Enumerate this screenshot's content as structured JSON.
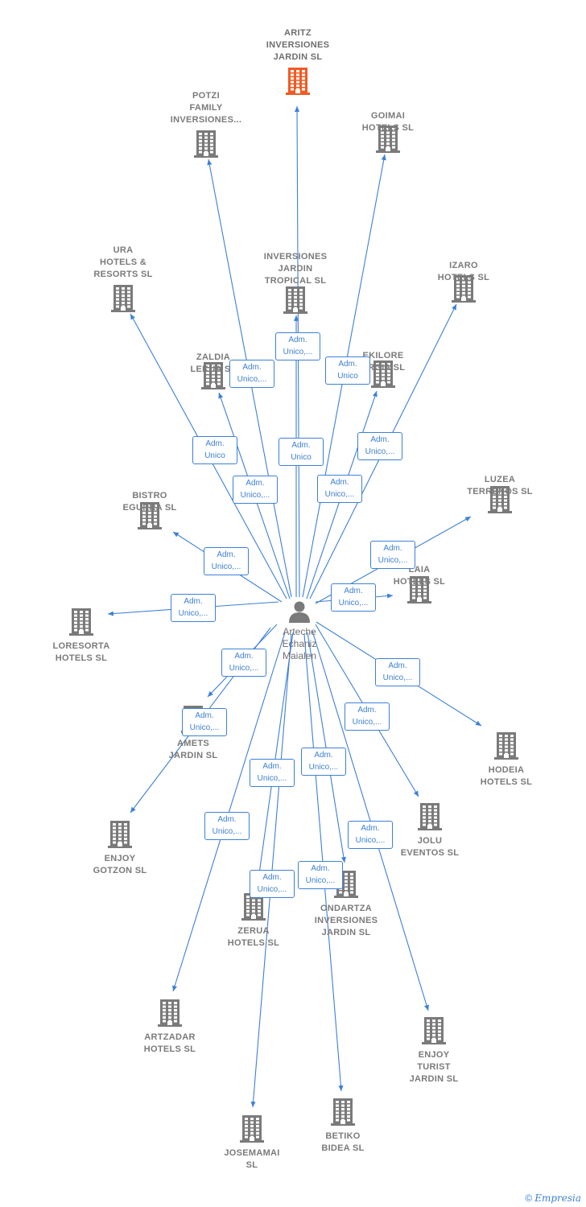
{
  "colors": {
    "edge": "#3d80d6",
    "building": "#7a7a7a",
    "highlight": "#f15a24",
    "person": "#7a7a7a"
  },
  "person": {
    "label": "Arteche\nEchaniz\nMaialen",
    "icon": "person-icon"
  },
  "nodes": [
    {
      "id": "aritz",
      "label": "ARITZ\nINVERSIONES\nJARDIN SL",
      "highlight": true
    },
    {
      "id": "potzi",
      "label": "POTZI\nFAMILY\nINVERSIONES..."
    },
    {
      "id": "goimai",
      "label": "GOIMAI\nHOTELS SL"
    },
    {
      "id": "ura",
      "label": "URA\nHOTELS &\nRESORTS SL"
    },
    {
      "id": "invjt",
      "label": "INVERSIONES\nJARDIN\nTROPICAL SL"
    },
    {
      "id": "izaro",
      "label": "IZARO\nHOTELS SL"
    },
    {
      "id": "zaldia",
      "label": "ZALDIA\nLEKUA SL"
    },
    {
      "id": "ekilore",
      "label": "EKILORE\nARGIA SL"
    },
    {
      "id": "bistro",
      "label": "BISTRO\nEGURRA SL"
    },
    {
      "id": "luzea",
      "label": "LUZEA\nTERRENOS SL"
    },
    {
      "id": "laia",
      "label": "LAIA\nHOTELS SL"
    },
    {
      "id": "loresorta",
      "label": "LORESORTA\nHOTELS SL"
    },
    {
      "id": "amets",
      "label": "AMETS\nJARDIN SL"
    },
    {
      "id": "hodeia",
      "label": "HODEIA\nHOTELS SL"
    },
    {
      "id": "jolu",
      "label": "JOLU\nEVENTOS SL"
    },
    {
      "id": "enjoygotzon",
      "label": "ENJOY\nGOTZON SL"
    },
    {
      "id": "zerua",
      "label": "ZERUA\nHOTELS SL"
    },
    {
      "id": "ondartza",
      "label": "ONDARTZA\nINVERSIONES\nJARDIN SL"
    },
    {
      "id": "artzadar",
      "label": "ARTZADAR\nHOTELS SL"
    },
    {
      "id": "enjoyturist",
      "label": "ENJOY\nTURIST\nJARDIN SL"
    },
    {
      "id": "josemamai",
      "label": "JOSEMAMAI\nSL"
    },
    {
      "id": "betiko",
      "label": "BETIKO\nBIDEA SL"
    }
  ],
  "relations": [
    {
      "to": "aritz",
      "label": "Adm.\nUnico,..."
    },
    {
      "to": "potzi",
      "label": "Adm.\nUnico,..."
    },
    {
      "to": "goimai",
      "label": "Adm.\nUnico"
    },
    {
      "to": "ura",
      "label": "Adm.\nUnico"
    },
    {
      "to": "invjt",
      "label": "Adm.\nUnico"
    },
    {
      "to": "izaro",
      "label": "Adm.\nUnico,..."
    },
    {
      "to": "zaldia",
      "label": "Adm.\nUnico,..."
    },
    {
      "to": "ekilore",
      "label": "Adm.\nUnico,..."
    },
    {
      "to": "bistro",
      "label": "Adm.\nUnico,..."
    },
    {
      "to": "luzea",
      "label": "Adm.\nUnico,..."
    },
    {
      "to": "laia",
      "label": "Adm.\nUnico,..."
    },
    {
      "to": "loresorta",
      "label": "Adm.\nUnico,..."
    },
    {
      "to": "amets",
      "label": "Adm.\nUnico,..."
    },
    {
      "to": "hodeia",
      "label": "Adm.\nUnico,..."
    },
    {
      "to": "jolu",
      "label": "Adm.\nUnico,..."
    },
    {
      "to": "enjoygotzon",
      "label": "Adm.\nUnico,..."
    },
    {
      "to": "zerua",
      "label": "Adm.\nUnico,..."
    },
    {
      "to": "ondartza",
      "label": "Adm.\nUnico,..."
    },
    {
      "to": "artzadar",
      "label": "Adm.\nUnico,..."
    },
    {
      "to": "enjoyturist",
      "label": "Adm.\nUnico,..."
    },
    {
      "to": "josemamai",
      "label": "Adm.\nUnico,..."
    },
    {
      "to": "betiko",
      "label": "Adm.\nUnico,..."
    }
  ],
  "credit": {
    "symbol": "©",
    "brand": "Empresia"
  }
}
